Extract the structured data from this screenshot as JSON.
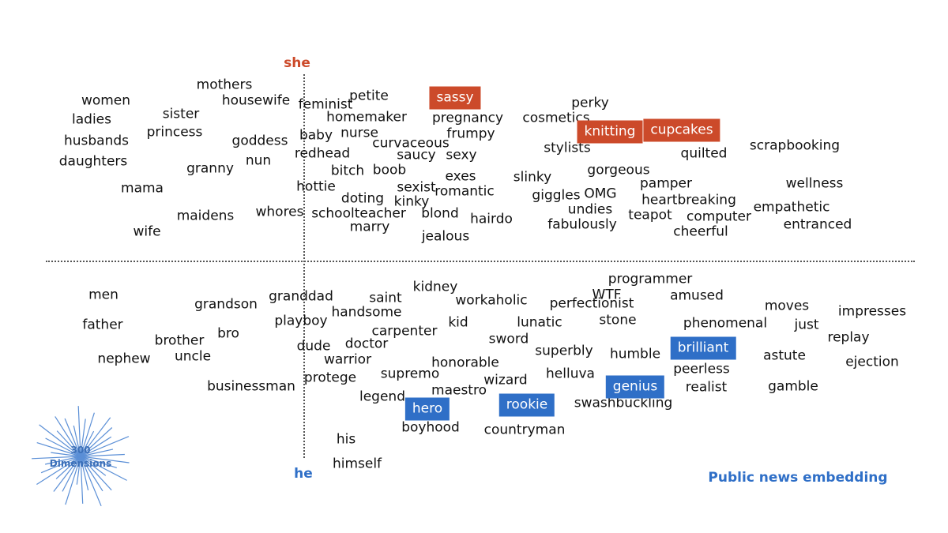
{
  "axis": {
    "top_label": "she",
    "bottom_label": "he",
    "top_color": "#cc4a2a",
    "bottom_color": "#2f6fc7"
  },
  "caption": "Public news embedding",
  "dimensions": {
    "count": "300",
    "label": "Dimensions"
  },
  "colors": {
    "she_highlight": "#cc4a2a",
    "he_highlight": "#2f6fc7"
  },
  "she_words": [
    "mothers",
    "women",
    "housewife",
    "feminist",
    "petite",
    "sister",
    "ladies",
    "homemaker",
    "pregnancy",
    "cosmetics",
    "perky",
    "princess",
    "nurse",
    "frumpy",
    "husbands",
    "goddess",
    "baby",
    "curvaceous",
    "stylists",
    "quilted",
    "scrapbooking",
    "daughters",
    "redhead",
    "saucy",
    "sexy",
    "nun",
    "granny",
    "bitch",
    "boob",
    "gorgeous",
    "exes",
    "slinky",
    "mama",
    "hottie",
    "sexist",
    "romantic",
    "pamper",
    "wellness",
    "doting",
    "giggles",
    "OMG",
    "kinky",
    "heartbreaking",
    "undies",
    "empathetic",
    "maidens",
    "whores",
    "schoolteacher",
    "blond",
    "hairdo",
    "teapot",
    "computer",
    "entranced",
    "marry",
    "fabulously",
    "cheerful",
    "wife",
    "jealous"
  ],
  "she_highlights": [
    "sassy",
    "knitting",
    "cupcakes"
  ],
  "he_words": [
    "programmer",
    "kidney",
    "men",
    "granddad",
    "amused",
    "grandson",
    "saint",
    "workaholic",
    "WTF",
    "moves",
    "perfectionist",
    "handsome",
    "impresses",
    "father",
    "playboy",
    "kid",
    "lunatic",
    "stone",
    "phenomenal",
    "just",
    "bro",
    "carpenter",
    "replay",
    "brother",
    "doctor",
    "sword",
    "uncle",
    "dude",
    "superbly",
    "humble",
    "astute",
    "nephew",
    "warrior",
    "honorable",
    "ejection",
    "peerless",
    "supremo",
    "helluva",
    "wizard",
    "realist",
    "businessman",
    "protege",
    "gamble",
    "maestro",
    "legend",
    "swashbuckling",
    "boyhood",
    "countryman",
    "his",
    "himself"
  ],
  "he_highlights": [
    "brilliant",
    "genius",
    "hero",
    "rookie"
  ]
}
